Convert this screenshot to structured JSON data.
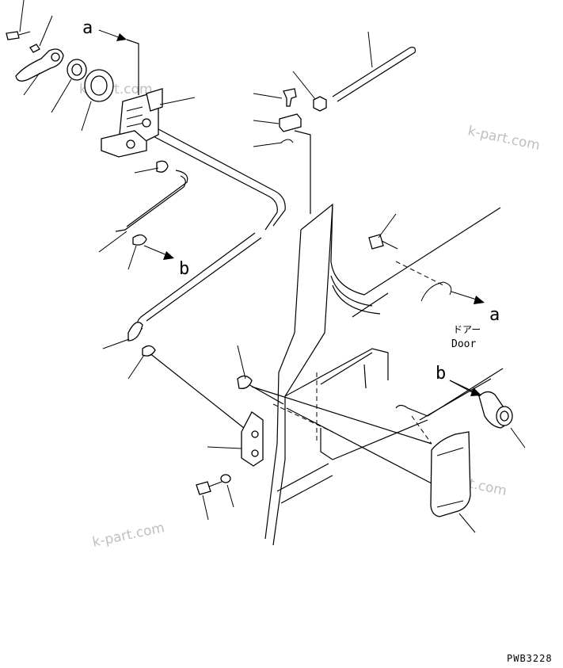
{
  "diagram": {
    "callouts": {
      "a_top": "a",
      "a_right": "a",
      "b_left": "b",
      "b_right": "b"
    },
    "door_label": {
      "japanese": "ドアー",
      "english": "Door"
    },
    "watermark": "k-part.com",
    "drawing_code": "PWB3228"
  }
}
